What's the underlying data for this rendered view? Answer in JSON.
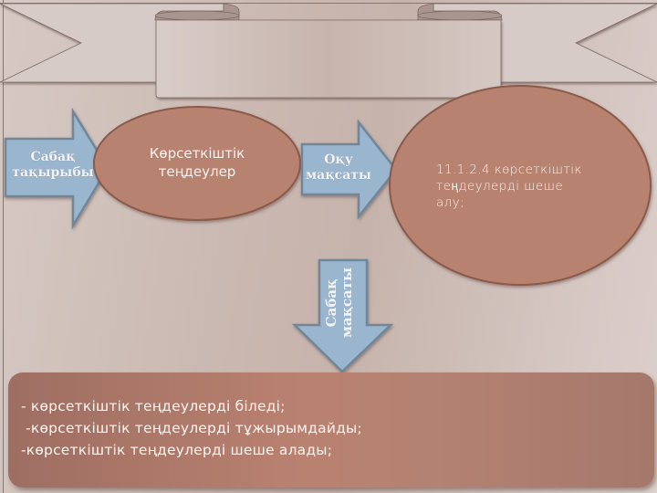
{
  "slide": {
    "title_banner": "",
    "colors": {
      "arrow_fill": "#9ab6cf",
      "arrow_stroke": "#6f8799",
      "ellipse_fill": "#b7836f",
      "ellipse_stroke": "#8a5a4c",
      "panel_fill": "#b07a6a",
      "background": "#cfc0ba"
    }
  },
  "topic_arrow": {
    "label_line1": "Сабақ",
    "label_line2": "тақырыбы"
  },
  "topic_ellipse": {
    "line1": "Көрсеткіштік",
    "line2": "теңдеулер"
  },
  "objective_arrow": {
    "label_line1": "Оқу",
    "label_line2": "мақсаты"
  },
  "objective_ellipse": {
    "line1": "11.1.2.4  көрсеткіштік",
    "line2": "теңдеулерді шеше",
    "line3": "алу;"
  },
  "goal_arrow": {
    "label_line1": "Сабақ",
    "label_line2": "мақсаты"
  },
  "goals_panel": {
    "items": [
      "- көрсеткіштік теңдеулерді біледі;",
      " -көрсеткіштік теңдеулерді тұжырымдайды;",
      "-көрсеткіштік теңдеулерді шеше алады;"
    ]
  }
}
